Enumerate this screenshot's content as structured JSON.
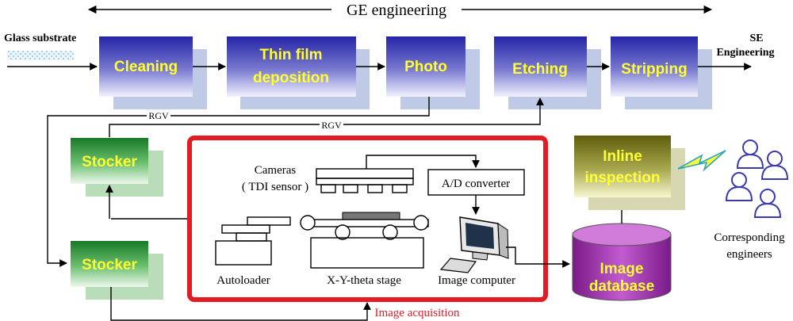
{
  "header": {
    "title": "GE engineering"
  },
  "input_label": "Glass substrate",
  "output_label": {
    "line1": "SE",
    "line2": "Engineering"
  },
  "process_steps": [
    {
      "line1": "Cleaning",
      "line2": ""
    },
    {
      "line1": "Thin film",
      "line2": "deposition"
    },
    {
      "line1": "Photo",
      "line2": ""
    },
    {
      "line1": "Etching",
      "line2": ""
    },
    {
      "line1": "Stripping",
      "line2": ""
    }
  ],
  "rgv_labels": [
    "RGV",
    "RGV"
  ],
  "stockers": [
    "Stocker",
    "Stocker"
  ],
  "acquisition": {
    "title": "Image acquisition",
    "cameras_line1": "Cameras",
    "cameras_line2": "( TDI sensor )",
    "ad_converter": "A/D converter",
    "autoloader": "Autoloader",
    "stage": "X-Y-theta stage",
    "image_computer": "Image computer"
  },
  "inline_inspection": {
    "line1": "Inline",
    "line2": "inspection"
  },
  "image_database": {
    "line1": "Image",
    "line2": "database"
  },
  "engineers": {
    "line1": "Corresponding",
    "line2": "engineers"
  },
  "colors": {
    "process_top": "#2b2bb0",
    "process_bottom": "#f0f0ff",
    "stocker_top": "#1f8a2e",
    "stocker_bottom": "#e9f6e9",
    "inspection_top": "#6a6a10",
    "inspection_bottom": "#f4f4c8",
    "database": "#9a2aa6",
    "highlight": "#e31b23",
    "label_yellow": "#ffff33"
  }
}
